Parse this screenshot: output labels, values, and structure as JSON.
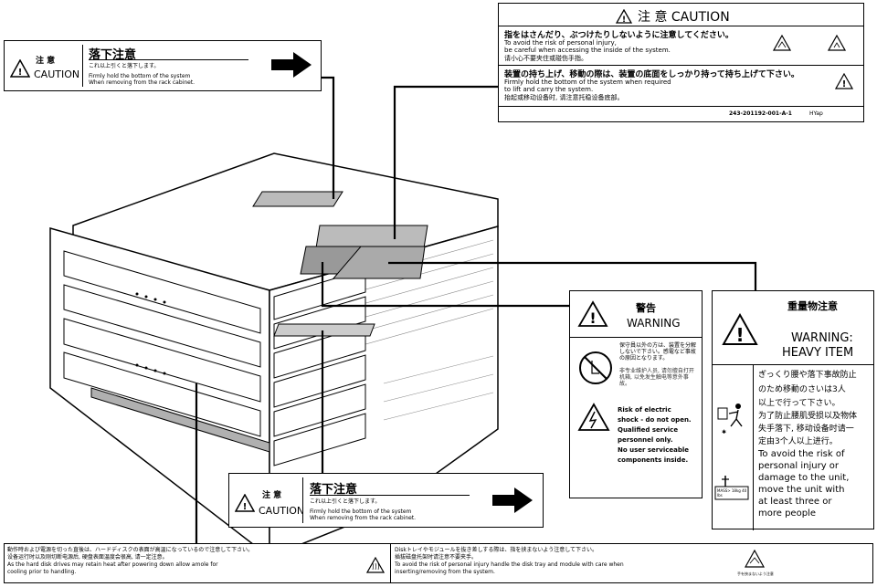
{
  "label_left": {
    "title_jp": "注 意",
    "title_en": "CAUTION",
    "heading": "落下注意",
    "line1": "これ以上引くと落下します。",
    "line2": "Firmly hold the bottom of the system",
    "line3": "When removing from the rack cabinet."
  },
  "label_top": {
    "header": "注 意  CAUTION",
    "s1_jp": "指をはさんだり、ぶつけたりしないように注意してください。",
    "s1_en1": "To avoid the risk of personal injury,",
    "s1_en2": "be careful when accessing the inside of the system.",
    "s1_cn": "请小心不要夹住或碰伤手指。",
    "s2_jp": "装置の持ち上げ、移動の際は、装置の底面をしっかり持って持ち上げて下さい。",
    "s2_en1": "Firmly hold the bottom of the system when required",
    "s2_en2": "to lift and carry the system.",
    "s2_cn": "抬起或移动设备时, 请注意托稳设备底部。",
    "part_no": "243-201192-001-A-1",
    "brand": "HYap"
  },
  "label_warning": {
    "title_jp": "警告",
    "title_en": "WARNING",
    "jp_text": "保守員以外の方は、装置を分解しないで下さい。感電など事故の原因となります。",
    "cn_text": "非专业维护人员, 请勿擅自打开机箱, 以免发生触电等意外事故。",
    "en_1": "Risk of electric",
    "en_2": "shock - do not open.",
    "en_3": "Qualified service",
    "en_4": "personnel only.",
    "en_5": "No user serviceable",
    "en_6": "components inside."
  },
  "label_heavy": {
    "title_jp": "重量物注意",
    "title_en1": "WARNING:",
    "title_en2": "HEAVY ITEM",
    "jp_1": "ぎっくり腰や落下事故防止",
    "jp_2": "のため移動のさいは3人",
    "jp_3": "以上で行って下さい。",
    "cn_1": "为了防止腰肌受损以及物体",
    "cn_2": "失手落下, 移动设备时请一",
    "cn_3": "定由3个人以上进行。",
    "en_1": "To avoid the  risk of",
    "en_2": "personal injury or",
    "en_3": "damage to the unit,",
    "en_4": "move the unit with",
    "en_5": "at least three or",
    "en_6": "more people",
    "mass_label": "MASS> 18kg 40 lbs"
  },
  "label_mid": {
    "title_jp": "注 意",
    "title_en": "CAUTION",
    "heading": "落下注意",
    "line1": "これ以上引くと落下します。",
    "line2": "Firmly hold the bottom of the system",
    "line3": "When removing from the rack cabinet."
  },
  "label_bottom": {
    "left_jp1": "動作時および電源を切った直後は、ハードディスクの表面が高温になっているので注意して下さい。",
    "left_cn": "设备运行时以及刚切断电源后, 硬盘表面温度会很高, 请一定注意。",
    "left_en1": "As the hard disk drives may retain heat after powering down allow amole for",
    "left_en2": "cooling prior to handling.",
    "right_jp": "Diskトレイやモジュールを抜き差しする際は、指を挟まないよう注意して下さい。",
    "right_cn": "插拔磁盘托架时请注意不要夹手。",
    "right_en1": "To avoid the risk of personal injury handle the disk tray and module with care when",
    "right_en2": "inserting/removing from the system.",
    "right_icon_caption": "手を挟まないよう注意"
  }
}
